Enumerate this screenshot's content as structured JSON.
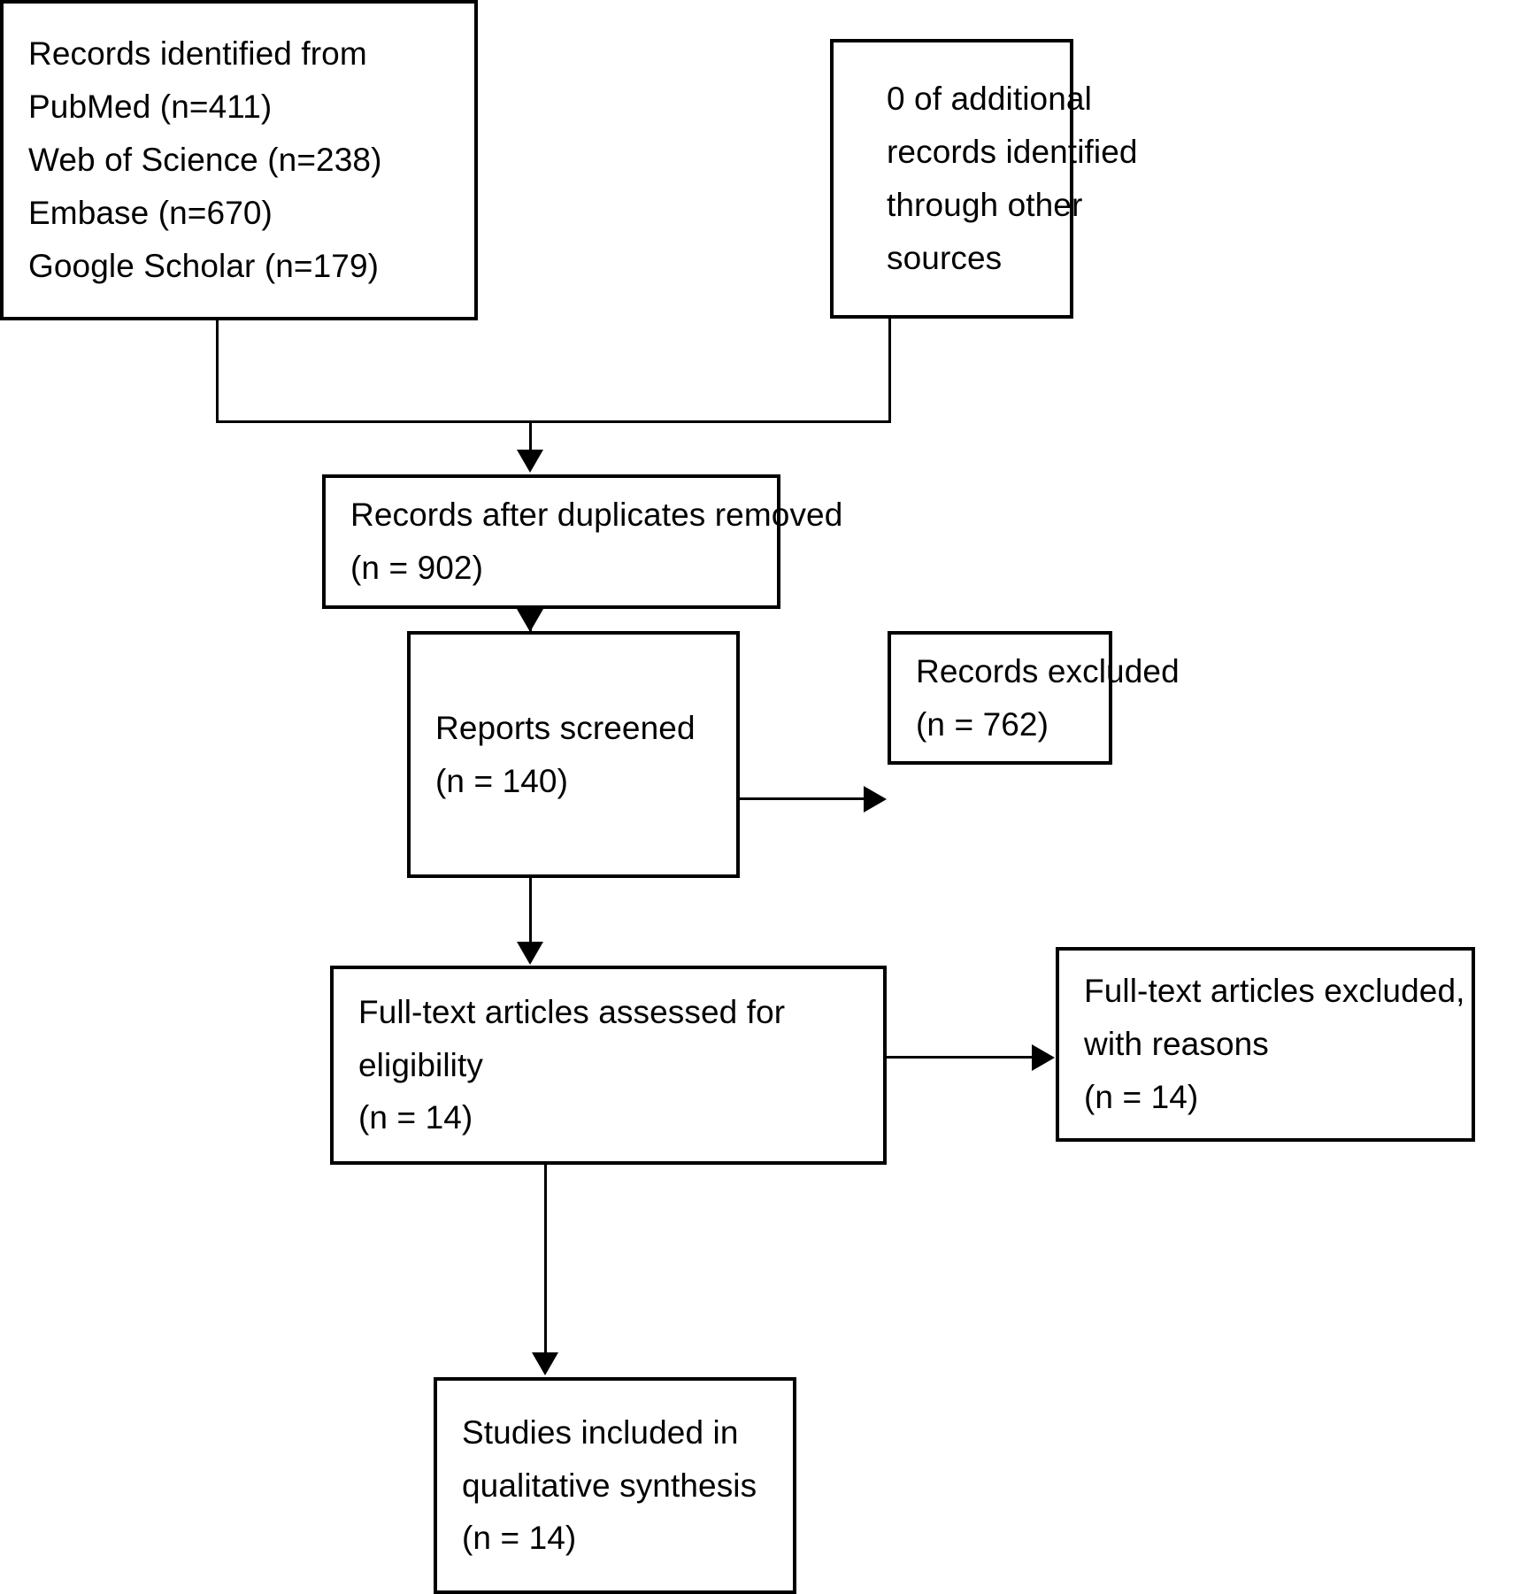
{
  "diagram": {
    "type": "prisma-flow-diagram",
    "nodes": {
      "identified_sources": {
        "lines": [
          "Records identified from",
          "PubMed (n=411)",
          "Web of Science (n=238)",
          "Embase (n=670)",
          "Google Scholar (n=179)"
        ],
        "counts": {
          "PubMed": 411,
          "Web of Science": 238,
          "Embase": 670,
          "Google Scholar": 179
        }
      },
      "additional_records": {
        "lines": [
          "0 of additional",
          "records identified",
          "through other",
          "sources"
        ],
        "count": 0
      },
      "after_duplicates": {
        "lines": [
          "Records after duplicates removed",
          "(n = 902)"
        ],
        "count": 902
      },
      "reports_screened": {
        "lines": [
          "Reports screened",
          "(n = 140)"
        ],
        "count": 140
      },
      "records_excluded": {
        "lines": [
          "Records excluded",
          "(n = 762)"
        ],
        "count": 762
      },
      "fulltext_assessed": {
        "lines": [
          "Full-text articles assessed for",
          "eligibility",
          "(n = 14)"
        ],
        "count": 14
      },
      "fulltext_excluded": {
        "lines": [
          "Full-text articles excluded,",
          "with reasons",
          "(n = 14)"
        ],
        "count": 14
      },
      "studies_included": {
        "lines": [
          "Studies included in",
          "qualitative synthesis",
          "(n = 14)"
        ],
        "count": 14
      }
    },
    "edges": [
      {
        "from": "identified_sources",
        "to": "after_duplicates",
        "style": "elbow-merge-arrow-down"
      },
      {
        "from": "additional_records",
        "to": "after_duplicates",
        "style": "elbow-merge-arrow-down"
      },
      {
        "from": "after_duplicates",
        "to": "reports_screened",
        "style": "arrow-down"
      },
      {
        "from": "reports_screened",
        "to": "records_excluded",
        "style": "arrow-right"
      },
      {
        "from": "reports_screened",
        "to": "fulltext_assessed",
        "style": "arrow-down"
      },
      {
        "from": "fulltext_assessed",
        "to": "fulltext_excluded",
        "style": "arrow-right"
      },
      {
        "from": "fulltext_assessed",
        "to": "studies_included",
        "style": "arrow-down"
      }
    ],
    "colors": {
      "stroke": "#000000",
      "fill": "#ffffff",
      "text": "#000000"
    }
  }
}
